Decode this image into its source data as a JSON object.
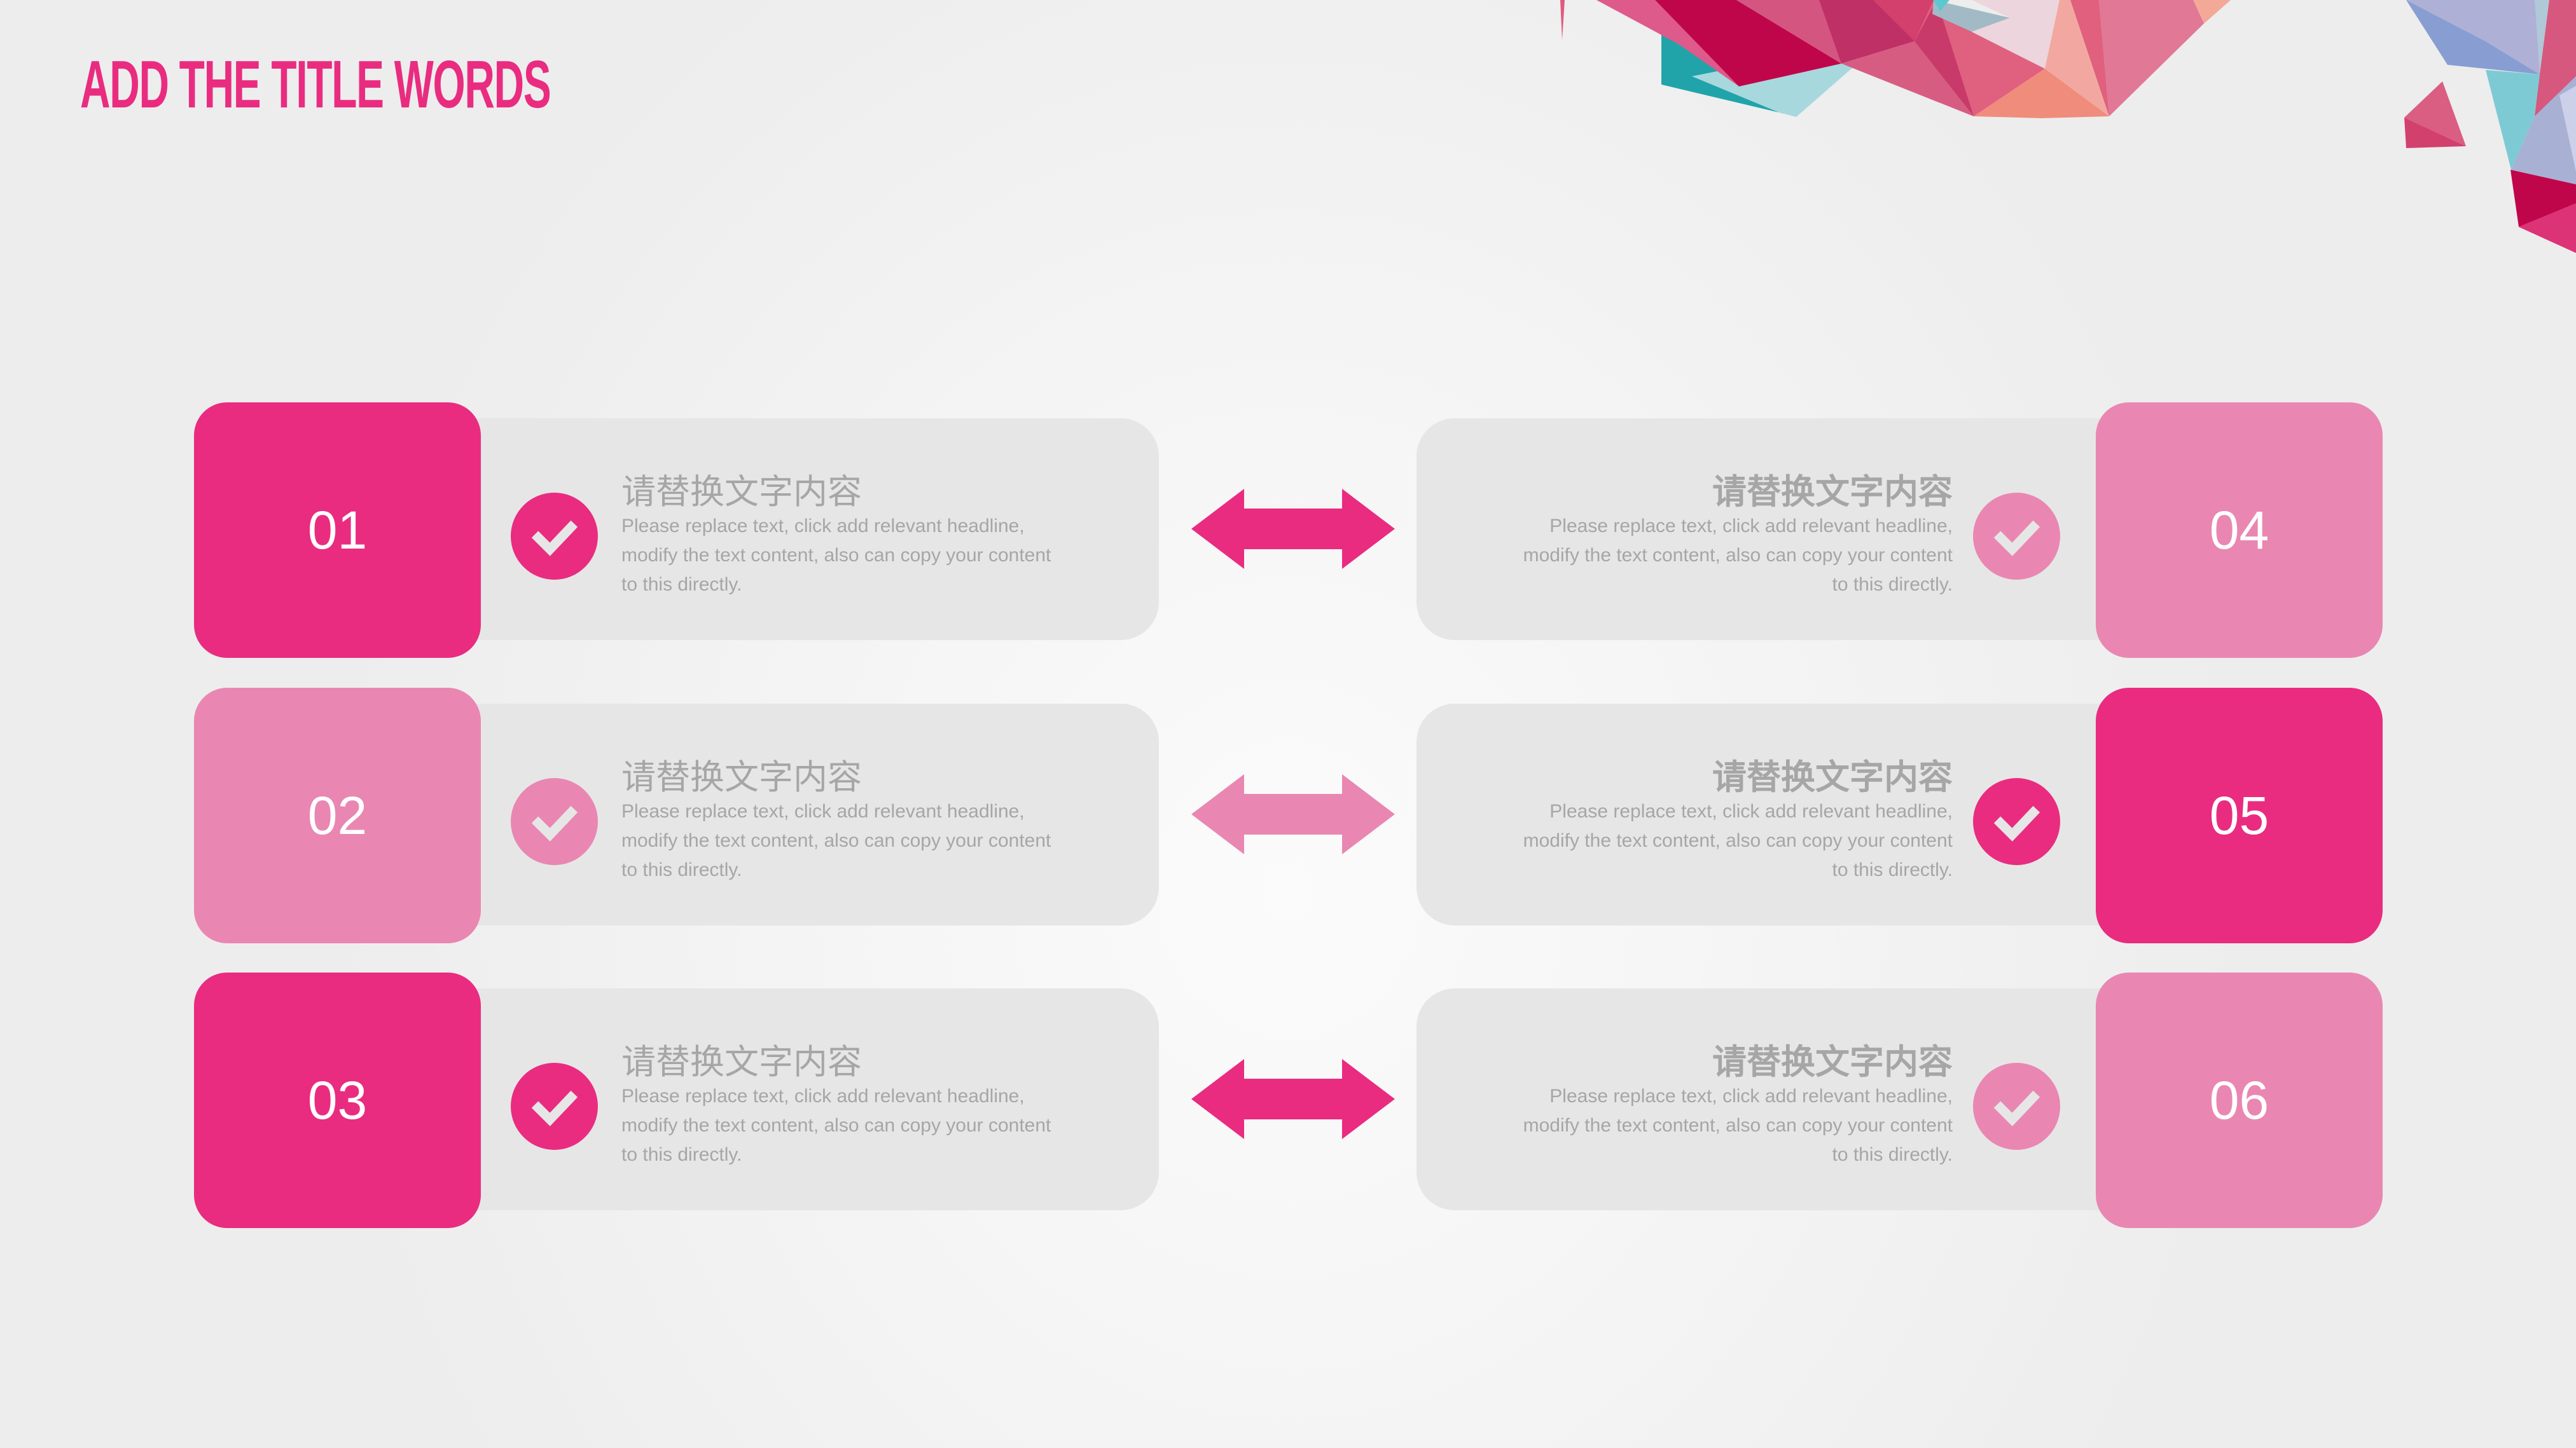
{
  "slide": {
    "title": "ADD THE TITLE WORDS",
    "colors": {
      "accent_hot_pink": "#E92C80",
      "accent_light_pink": "#E987B2",
      "panel_gray": "#E6E6E6",
      "text_gray": "#A6A6A6",
      "number_text": "#FFFFFF",
      "background_center": "#FBFBFB",
      "background_edge": "#EDEDED"
    }
  },
  "rows": [
    {
      "left": {
        "number": "01",
        "color": "#E92C80",
        "heading": "请替换文字内容",
        "lines": [
          "Please replace text, click add relevant headline,",
          "modify the text content, also can copy your content",
          "to this directly."
        ],
        "icon": "check-circle-icon"
      },
      "arrow": {
        "icon": "double-arrow-icon",
        "color": "#E92C80"
      },
      "right": {
        "number": "04",
        "color": "#E987B2",
        "heading": "请替换文字内容",
        "lines": [
          "Please replace text, click add relevant headline,",
          "modify the text content, also can copy your content",
          "to this directly."
        ],
        "icon": "check-circle-icon"
      }
    },
    {
      "left": {
        "number": "02",
        "color": "#E987B2",
        "heading": "请替换文字内容",
        "lines": [
          "Please replace text, click add relevant headline,",
          "modify the text content, also can copy your content",
          "to this directly."
        ],
        "icon": "check-circle-icon"
      },
      "arrow": {
        "icon": "double-arrow-icon",
        "color": "#E987B2"
      },
      "right": {
        "number": "05",
        "color": "#E92C80",
        "heading": "请替换文字内容",
        "lines": [
          "Please replace text, click add relevant headline,",
          "modify the text content, also can copy your content",
          "to this directly."
        ],
        "icon": "check-circle-icon"
      }
    },
    {
      "left": {
        "number": "03",
        "color": "#E92C80",
        "heading": "请替换文字内容",
        "lines": [
          "Please replace text, click add relevant headline,",
          "modify the text content, also can copy your content",
          "to this directly."
        ],
        "icon": "check-circle-icon"
      },
      "arrow": {
        "icon": "double-arrow-icon",
        "color": "#E92C80"
      },
      "right": {
        "number": "06",
        "color": "#E987B2",
        "heading": "请替换文字内容",
        "lines": [
          "Please replace text, click add relevant headline,",
          "modify the text content, also can copy your content",
          "to this directly."
        ],
        "icon": "check-circle-icon"
      }
    }
  ]
}
